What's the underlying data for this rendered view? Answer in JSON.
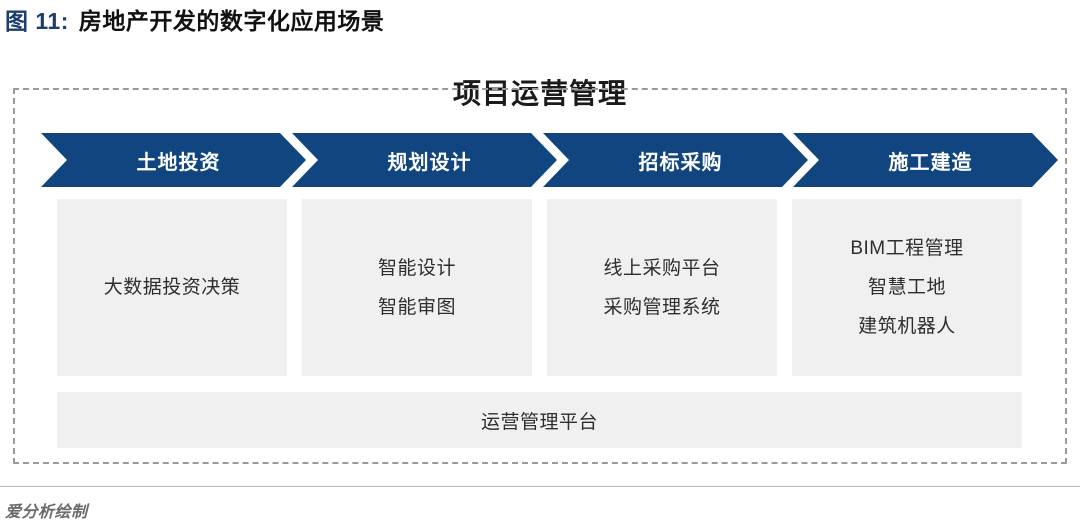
{
  "figure": {
    "number_label": "图 11:",
    "title": "房地产开发的数字化应用场景"
  },
  "diagram": {
    "heading": "项目运营管理",
    "colors": {
      "chevron_fill": "#11457f",
      "chevron_text": "#ffffff",
      "box_fill": "#f0f0f0",
      "box_text": "#2e2e2e",
      "frame_border": "#9a9a9a",
      "accent_blue": "#1c3d6e"
    },
    "stages": [
      {
        "name": "土地投资",
        "items": [
          "大数据投资决策"
        ]
      },
      {
        "name": "规划设计",
        "items": [
          "智能设计",
          "智能审图"
        ]
      },
      {
        "name": "招标采购",
        "items": [
          "线上采购平台",
          "采购管理系统"
        ]
      },
      {
        "name": "施工建造",
        "items": [
          "BIM工程管理",
          "智慧工地",
          "建筑机器人"
        ]
      }
    ],
    "platform_bar": "运营管理平台"
  },
  "footer": {
    "note": "爱分析绘制"
  }
}
